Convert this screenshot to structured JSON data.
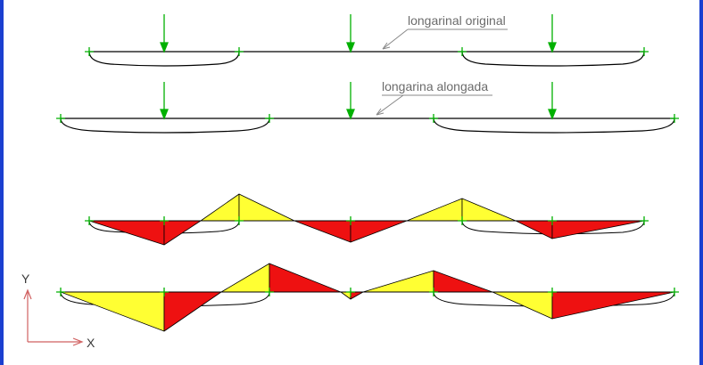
{
  "labels": {
    "original": "longarinal original",
    "elongated": "longarina alongada"
  },
  "axes": {
    "x": "X",
    "y": "Y"
  },
  "colors": {
    "frame": "#1a3fd0",
    "beam": "#000000",
    "support": "#00b000",
    "load_arrow": "#00b000",
    "moment_positive": "#ffff33",
    "moment_negative": "#ee1111",
    "label_text": "#6b6b6b",
    "axis": "#d06060"
  }
}
